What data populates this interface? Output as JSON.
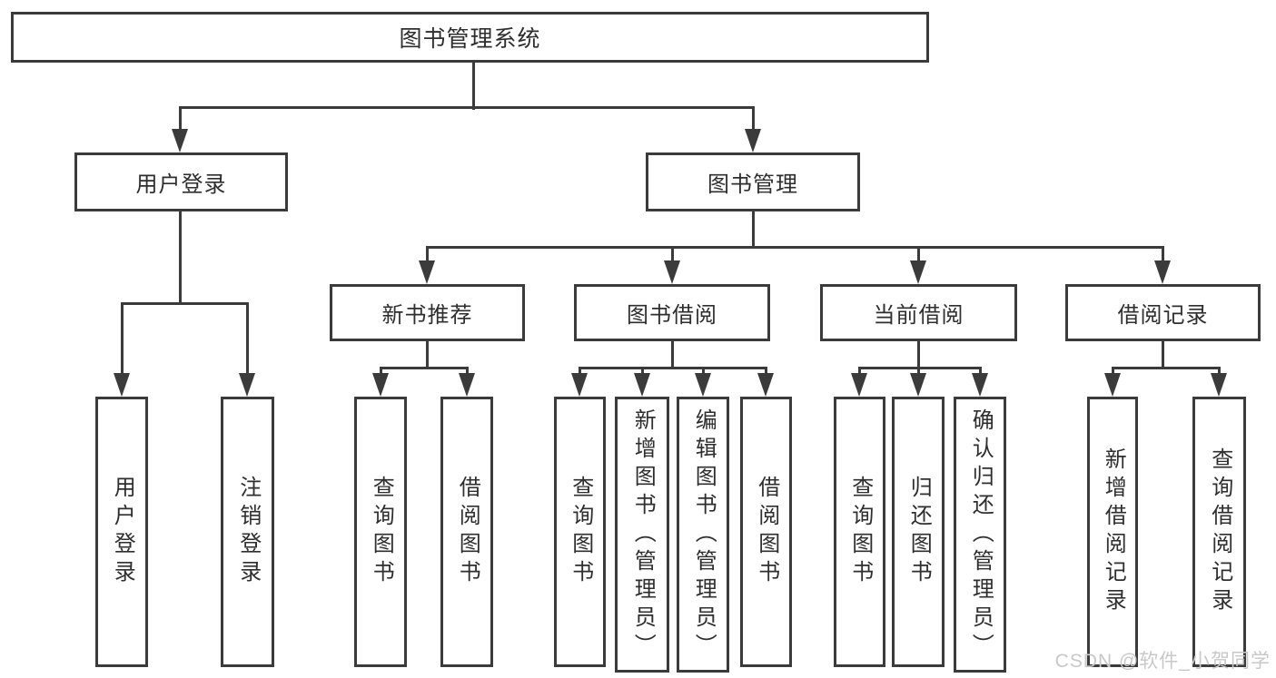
{
  "tree": {
    "label": "图书管理系统",
    "children": [
      {
        "label": "用户登录",
        "children": [
          {
            "label": "用户登录"
          },
          {
            "label": "注销登录"
          }
        ]
      },
      {
        "label": "图书管理",
        "children": [
          {
            "label": "新书推荐",
            "children": [
              {
                "label": "查询图书"
              },
              {
                "label": "借阅图书"
              }
            ]
          },
          {
            "label": "图书借阅",
            "children": [
              {
                "label": "查询图书"
              },
              {
                "label": "新增图书（管理员）"
              },
              {
                "label": "编辑图书（管理员）"
              },
              {
                "label": "借阅图书"
              }
            ]
          },
          {
            "label": "当前借阅",
            "children": [
              {
                "label": "查询图书"
              },
              {
                "label": "归还图书"
              },
              {
                "label": "确认归还（管理员）"
              }
            ]
          },
          {
            "label": "借阅记录",
            "children": [
              {
                "label": "新增借阅记录"
              },
              {
                "label": "查询借阅记录"
              }
            ]
          }
        ]
      }
    ]
  },
  "watermark": {
    "text": "CSDN @软件_小贺同学"
  },
  "colors": {
    "line": "#3b3b3b",
    "text": "#2e2e2e",
    "watermark": "#c8c8c8",
    "background": "#ffffff"
  }
}
